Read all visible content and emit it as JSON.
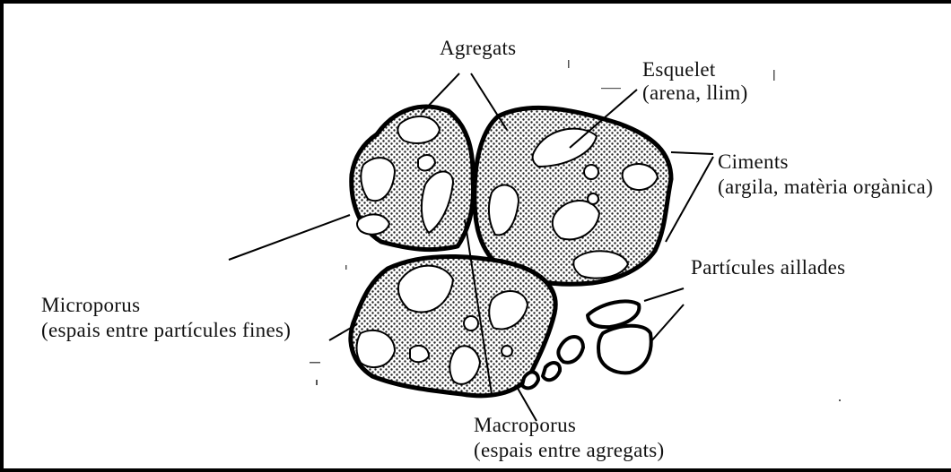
{
  "labels": {
    "agregats": "Agregats",
    "esquelet": "Esquelet",
    "esquelet_sub": "(arena, llim)",
    "ciments": "Ciments",
    "ciments_sub": "(argila, matèria orgànica)",
    "particules": "Partícules aillades",
    "microporus": "Microporus",
    "microporus_sub": "(espais entre partícules fines)",
    "macroporus": "Macroporus",
    "macroporus_sub": "(espais entre agregats)"
  }
}
